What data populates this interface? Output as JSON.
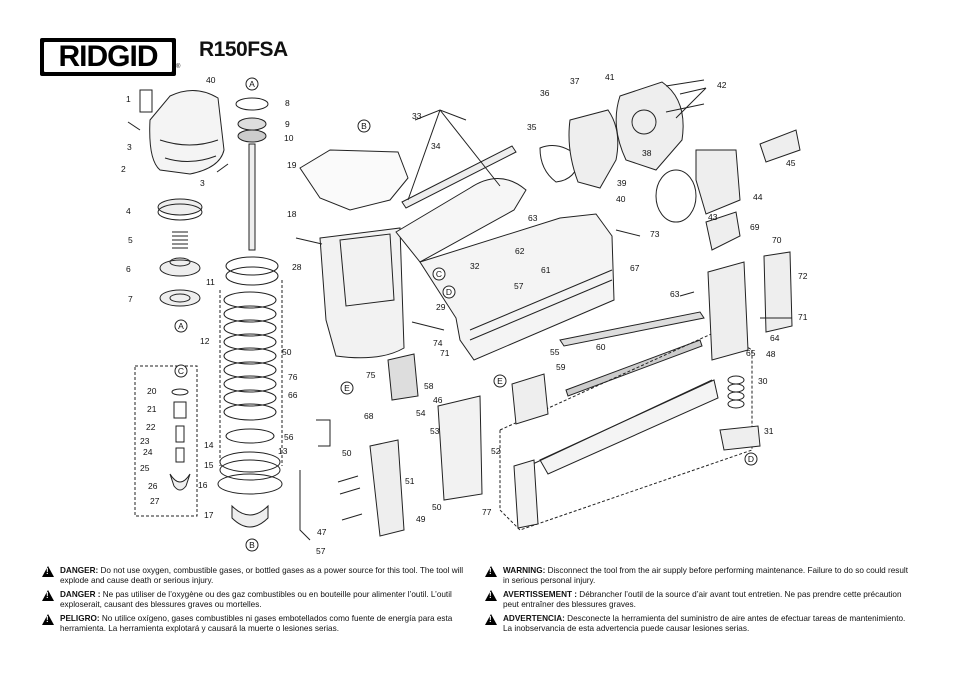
{
  "header": {
    "brand": "RIDGID",
    "model": "R150FSA"
  },
  "callouts": {
    "A": "A",
    "B": "B",
    "C": "C",
    "D": "D",
    "E": "E"
  },
  "parts": [
    "1",
    "2",
    "3",
    "4",
    "5",
    "6",
    "7",
    "8",
    "9",
    "10",
    "11",
    "12",
    "13",
    "14",
    "15",
    "16",
    "17",
    "18",
    "19",
    "20",
    "21",
    "22",
    "23",
    "24",
    "25",
    "26",
    "27",
    "28",
    "29",
    "30",
    "31",
    "32",
    "33",
    "34",
    "35",
    "36",
    "37",
    "38",
    "39",
    "40",
    "41",
    "42",
    "43",
    "44",
    "45",
    "46",
    "47",
    "48",
    "49",
    "50",
    "51",
    "52",
    "53",
    "54",
    "55",
    "56",
    "57",
    "58",
    "59",
    "60",
    "61",
    "62",
    "63",
    "64",
    "65",
    "66",
    "67",
    "68",
    "69",
    "70",
    "71",
    "72",
    "73",
    "74",
    "75",
    "76",
    "77"
  ],
  "warnings": {
    "danger_en_label": "DANGER:",
    "danger_en_text": "Do not use oxygen, combustible gases, or bottled gases as a power source for this tool. The tool will explode and cause death or serious injury.",
    "danger_fr_label": "DANGER :",
    "danger_fr_text": "Ne pas utiliser de l’oxygène ou des gaz combustibles ou en bouteille pour alimenter l’outil. L’outil exploserait, causant des blessures graves ou mortelles.",
    "peligro_label": "PELIGRO:",
    "peligro_text": "No utilice oxígeno, gases combustibles ni gases embotellados como fuente de energía para esta herramienta. La herramienta explotará y causará la muerte o lesiones serias.",
    "warning_en_label": "WARNING:",
    "warning_en_text": "Disconnect the tool from the air supply before performing maintenance. Failure to do so could result in serious personal injury.",
    "avert_label": "AVERTISSEMENT :",
    "avert_text": "Débrancher l’outil de la source d’air avant tout entretien. Ne pas prendre cette précaution peut entraîner des blessures graves.",
    "advert_label": "ADVERTENCIA:",
    "advert_text": "Desconecte la herramienta del suministro de aire antes de efectuar tareas de mantenimiento. La inobservancia de esta advertencia puede causar lesiones serias."
  }
}
